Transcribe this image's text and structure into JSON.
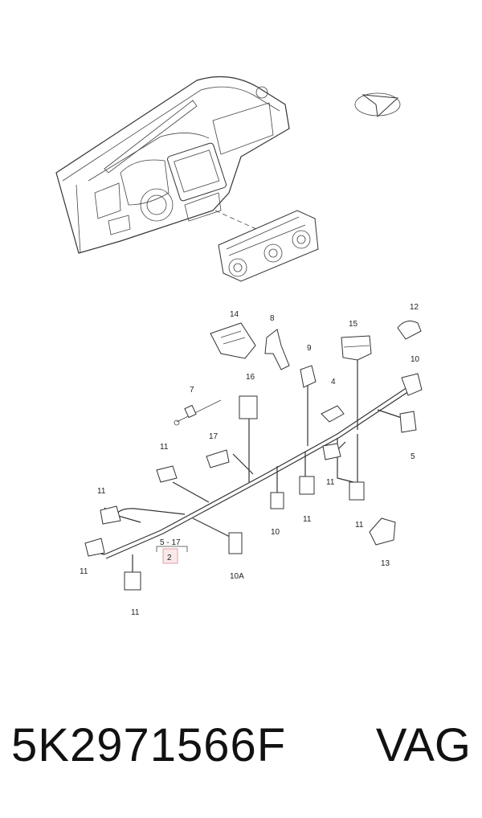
{
  "callouts": {
    "c14": "14",
    "c8": "8",
    "c15": "15",
    "c12": "12",
    "c9": "9",
    "c10a": "10",
    "c16": "16",
    "c4": "4",
    "c7": "7",
    "c5": "5",
    "c17": "17",
    "c11a": "11",
    "c11b": "11",
    "c11c": "11",
    "c11d": "11",
    "c11e": "11",
    "c11f": "11",
    "c10b": "10",
    "c13": "13",
    "c10A": "10A",
    "ref_range": "5 - 17",
    "ref_sub": "2"
  },
  "footer": {
    "part_number": "5K2971566F",
    "brand": "VAG"
  },
  "colors": {
    "ref_box": "#d98c8c",
    "ref_fill": "#fbe9ea"
  }
}
